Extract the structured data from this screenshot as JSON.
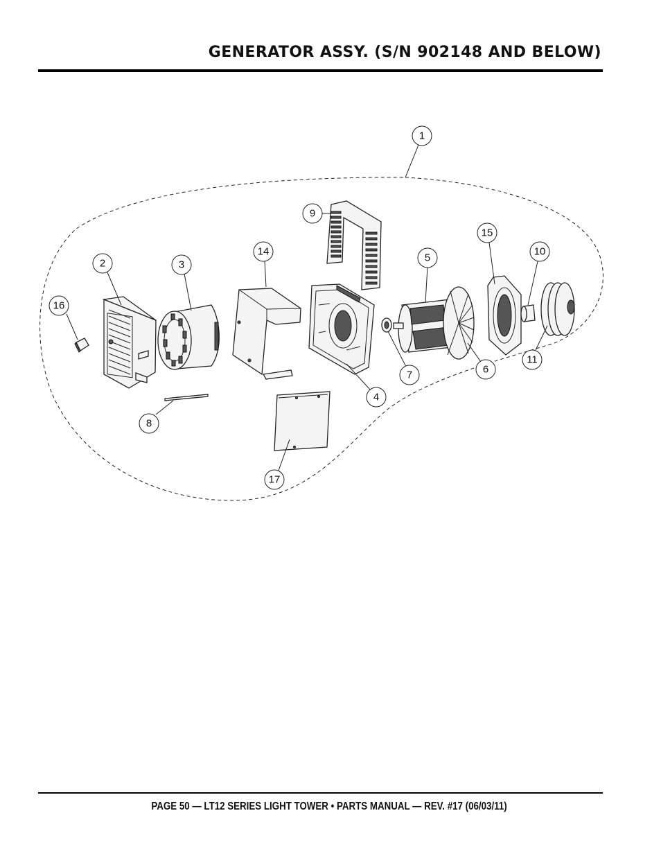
{
  "header": {
    "title": "GENERATOR ASSY. (S/N 902148 AND BELOW)"
  },
  "footer": {
    "text": "PAGE 50 — LT12 SERIES LIGHT TOWER • PARTS MANUAL — REV. #17 (06/03/11)"
  },
  "callouts": {
    "c1": "1",
    "c2": "2",
    "c3": "3",
    "c4": "4",
    "c5": "5",
    "c6": "6",
    "c7": "7",
    "c8": "8",
    "c9": "9",
    "c10": "10",
    "c11": "11",
    "c14": "14",
    "c15": "15",
    "c16": "16",
    "c17": "17"
  }
}
